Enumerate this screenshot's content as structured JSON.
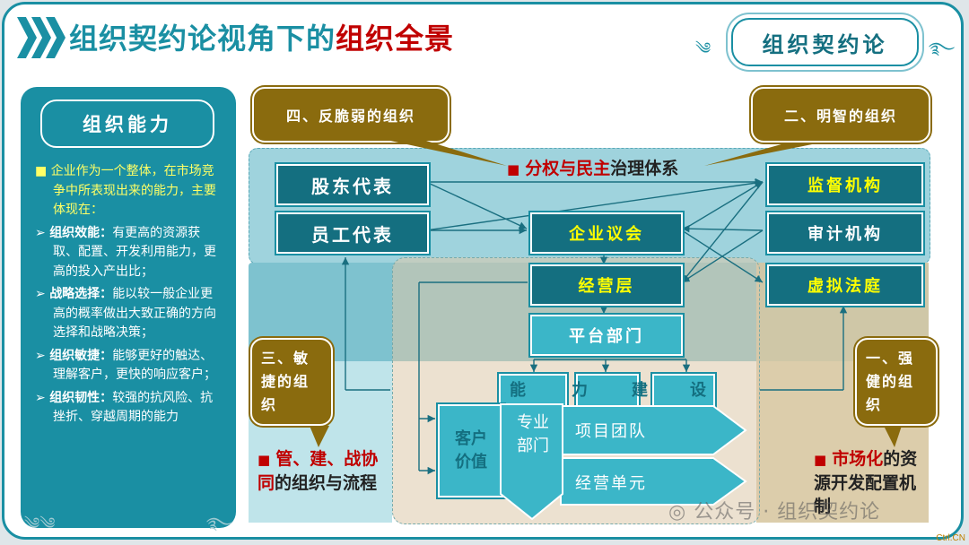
{
  "header": {
    "title_part1": "组织契约论视角下的",
    "title_part2": "组织全景",
    "badge": "组织契约论"
  },
  "left_panel": {
    "title": "组织能力",
    "intro": "企业作为一个整体，在市场竞争中所表现出来的能力，主要体现在：",
    "items": [
      {
        "head": "组织效能：",
        "text": "有更高的资源获取、配置、开发利用能力，更高的投入产出比；"
      },
      {
        "head": "战略选择：",
        "text": "能以较一般企业更高的概率做出大致正确的方向选择和战略决策；"
      },
      {
        "head": "组织敏捷：",
        "text": "能够更好的触达、理解客户，更快的响应客户；"
      },
      {
        "head": "组织韧性：",
        "text": "较强的抗风险、抗挫折、穿越周期的能力"
      }
    ]
  },
  "callouts": {
    "top_left": "四、反脆弱的组织",
    "top_right": "二、明智的组织",
    "mid_left": "三、敏捷的组织",
    "mid_right": "一、强健的组织"
  },
  "sections": {
    "governance_red": "分权与民主",
    "governance_rest": "治理体系",
    "process_red": "管、建、战协同",
    "process_rest": "的组织与流程",
    "market_red": "市场化",
    "market_rest": "的资源开发配置机制"
  },
  "boxes": {
    "shareholders": "股东代表",
    "employees": "员工代表",
    "congress": "企业议会",
    "supervision": "监督机构",
    "audit": "审计机构",
    "management": "经营层",
    "virtual_court": "虚拟法庭",
    "platform": "平台部门",
    "customer_value": "客户价值",
    "professional_dept": "专业部门",
    "project_team": "项目团队",
    "business_unit": "经营单元"
  },
  "capability": [
    "能",
    "力",
    "建",
    "设"
  ],
  "footer": {
    "watermark": "公众号 · 组织契约论",
    "corner": "Ctrl.CN"
  }
}
